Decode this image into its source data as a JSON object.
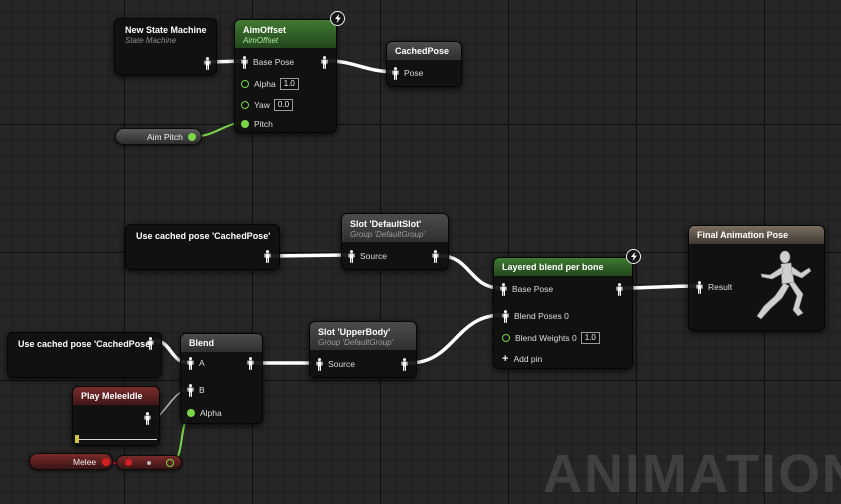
{
  "watermark": "ANIMATION",
  "nodes": {
    "state_machine": {
      "title": "New State Machine",
      "subtitle": "State Machine"
    },
    "aim_offset": {
      "title": "AimOffset",
      "subtitle": "AimOffset",
      "pins": {
        "base_pose": "Base Pose",
        "alpha": "Alpha",
        "yaw": "Yaw",
        "pitch": "Pitch"
      },
      "values": {
        "alpha": "1.0",
        "yaw": "0.0"
      }
    },
    "cached_pose_save": {
      "title": "CachedPose",
      "pin": "Pose"
    },
    "aim_pitch": {
      "label": "Aim Pitch"
    },
    "use_cached_1": {
      "title": "Use cached pose 'CachedPose'"
    },
    "slot_default": {
      "title": "Slot 'DefaultSlot'",
      "subtitle": "Group 'DefaultGroup'",
      "pin": "Source"
    },
    "layered_blend": {
      "title": "Layered blend per bone",
      "pins": {
        "base_pose": "Base Pose",
        "blend_poses": "Blend Poses 0",
        "blend_weights": "Blend Weights 0",
        "add_pin": "Add pin"
      },
      "values": {
        "blend_weights": "1.0"
      }
    },
    "final_pose": {
      "title": "Final Animation Pose",
      "pin": "Result"
    },
    "use_cached_2": {
      "title": "Use cached pose 'CachedPose'"
    },
    "blend": {
      "title": "Blend",
      "pins": {
        "a": "A",
        "b": "B",
        "alpha": "Alpha"
      }
    },
    "slot_upper": {
      "title": "Slot 'UpperBody'",
      "subtitle": "Group 'DefaultGroup'",
      "pin": "Source"
    },
    "play_melee": {
      "title": "Play MeleeIdle"
    },
    "melee": {
      "label": "Melee"
    }
  },
  "colors": {
    "pose_wire": "#ffffff",
    "float_pin": "#7ad646",
    "bool_pin": "#c21f1f",
    "green_header": "#3f7a32",
    "final_header": "#7a6e60"
  }
}
